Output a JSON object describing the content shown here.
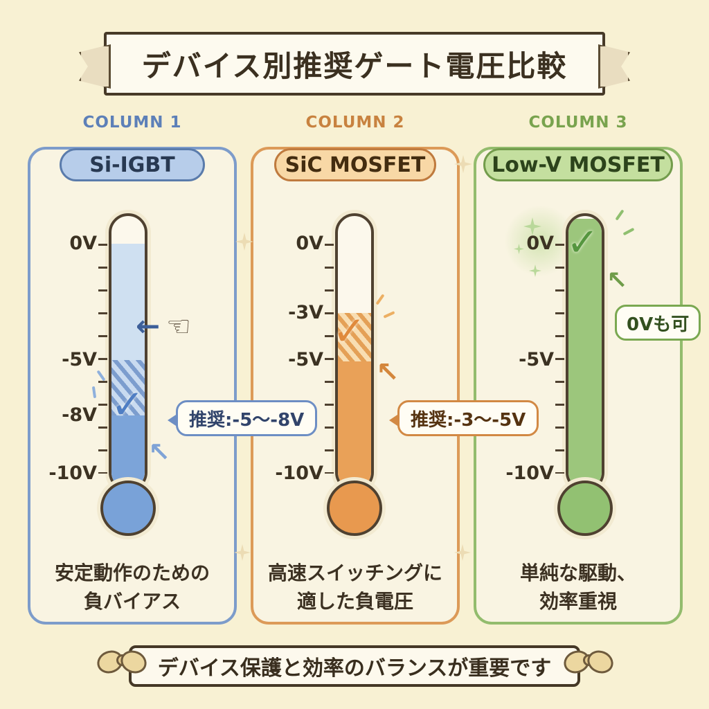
{
  "title": "デバイス別推奨ゲート電圧比較",
  "footer": "デバイス保護と効率のバランスが重要です",
  "icons": {
    "check": "✓",
    "pointer_hand": "☜",
    "arrow_left": "←",
    "arrow_up_left": "↖"
  },
  "colors": {
    "background": "#f8f1d3",
    "outline": "#473a28",
    "column1_accent": "#7d9cca",
    "column2_accent": "#dc9a58",
    "column3_accent": "#93bc6d"
  },
  "columns": [
    {
      "label": "COLUMN 1",
      "device": "Si-IGBT",
      "ticks": [
        "0V",
        "-5V",
        "-8V",
        "-10V"
      ],
      "highlight_zone": [
        "-5V",
        "-8V"
      ],
      "callout": "推奨:-5〜-8V",
      "description": [
        "安定動作のための",
        "負バイアス"
      ]
    },
    {
      "label": "COLUMN 2",
      "device": "SiC MOSFET",
      "ticks": [
        "0V",
        "-3V",
        "-5V",
        "-10V"
      ],
      "highlight_zone": [
        "-3V",
        "-5V"
      ],
      "callout": "推奨:-3〜-5V",
      "description": [
        "高速スイッチングに",
        "適した負電圧"
      ]
    },
    {
      "label": "COLUMN 3",
      "device": "Low-V MOSFET",
      "ticks": [
        "0V",
        "-5V",
        "-10V"
      ],
      "highlight_zone": [],
      "callout": "0Vも可",
      "description": [
        "単純な駆動、",
        "効率重視"
      ]
    }
  ]
}
